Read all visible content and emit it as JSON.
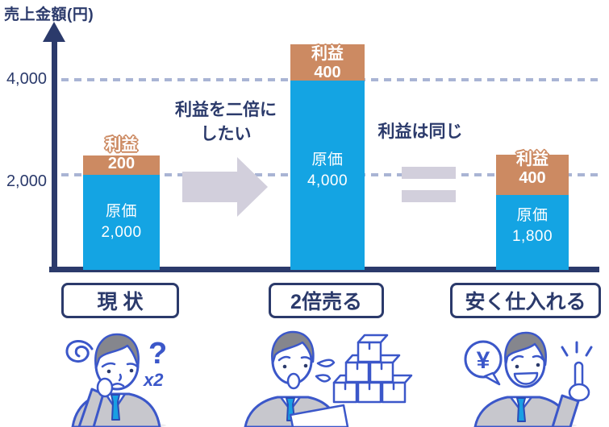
{
  "title": "売上金額(円)",
  "axis": {
    "ticks": [
      "4,000",
      "2,000"
    ]
  },
  "bars": [
    {
      "name": "現 状",
      "profit_label": "利益",
      "profit_value": "200",
      "cost_label": "原価",
      "cost_value": "2,000"
    },
    {
      "name": "2倍売る",
      "profit_label": "利益",
      "profit_value": "400",
      "cost_label": "原価",
      "cost_value": "4,000"
    },
    {
      "name": "安く仕入れる",
      "profit_label": "利益",
      "profit_value": "400",
      "cost_label": "原価",
      "cost_value": "1,800"
    }
  ],
  "annotations": {
    "double_profit_line1": "利益を二倍に",
    "double_profit_line2": "したい",
    "same_profit": "利益は同じ"
  },
  "doodles": {
    "multiplier": "x2",
    "question": "?",
    "currency": "¥"
  },
  "colors": {
    "navy": "#2b3a6b",
    "barblue": "#14a4e3",
    "barorange": "#cc8a62",
    "grid": "#a9b4d4",
    "arrowgray": "#d2cfdc",
    "illline": "#3b57c9",
    "suit": "#c7c7cd",
    "hair": "#85868d",
    "tie": "#189fe3"
  },
  "chart_data": {
    "type": "bar",
    "stacked": true,
    "categories": [
      "現状",
      "2倍売る",
      "安く仕入れる"
    ],
    "series": [
      {
        "name": "原価",
        "values": [
          2000,
          4000,
          1800
        ],
        "color": "#14a4e3"
      },
      {
        "name": "利益",
        "values": [
          200,
          400,
          400
        ],
        "color": "#cc8a62"
      }
    ],
    "title": "売上金額(円)",
    "ylabel": "売上金額(円)",
    "xlabel": "",
    "y_ticks": [
      2000,
      4000
    ],
    "ylim": [
      0,
      4800
    ],
    "grid": "dashed horizontal at 2000 and 4000",
    "legend": "none",
    "annotations": [
      "利益を二倍にしたい",
      "利益は同じ"
    ]
  }
}
